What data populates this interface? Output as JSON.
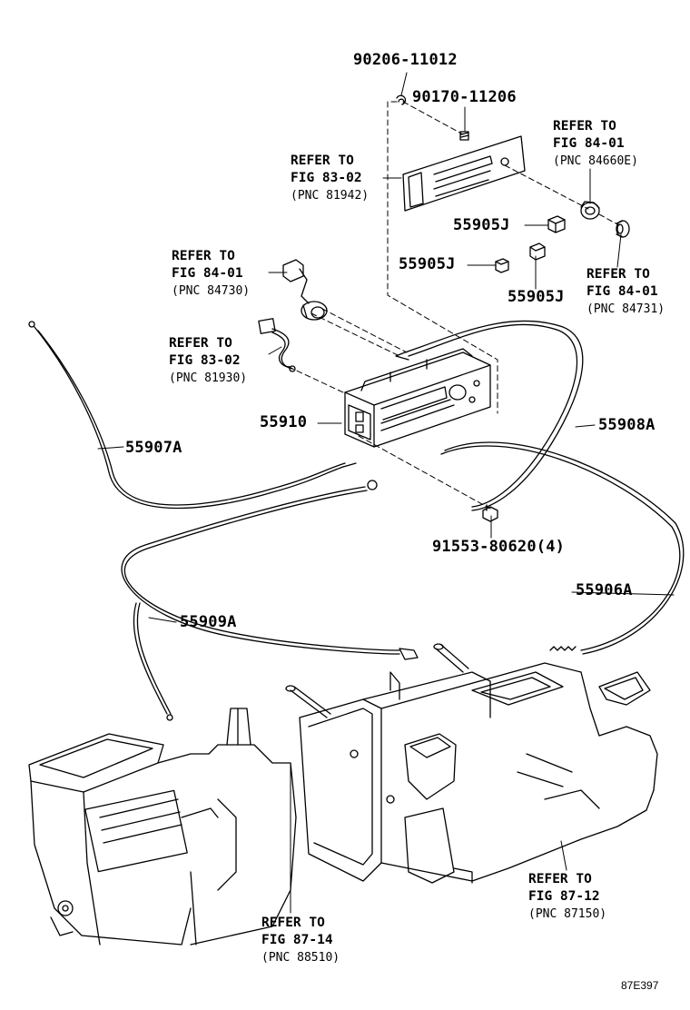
{
  "figure_code": "87E397",
  "parts": {
    "p90206": "90206-11012",
    "p90170": "90170-11206",
    "p55905a": "55905J",
    "p55905b": "55905J",
    "p55905c": "55905J",
    "p55910": "55910",
    "p55908": "55908A",
    "p55907": "55907A",
    "p91553": "91553-80620(4)",
    "p55906": "55906A",
    "p55909": "55909A"
  },
  "refs": {
    "r8302a": {
      "refer": "REFER TO",
      "fig": "FIG 83-02",
      "pnc": "(PNC 81942)"
    },
    "r8401a": {
      "refer": "REFER TO",
      "fig": "FIG 84-01",
      "pnc": "(PNC 84660E)"
    },
    "r8401b": {
      "refer": "REFER TO",
      "fig": "FIG 84-01",
      "pnc": "(PNC 84730)"
    },
    "r8302b": {
      "refer": "REFER TO",
      "fig": "FIG 83-02",
      "pnc": "(PNC 81930)"
    },
    "r8401c": {
      "refer": "REFER TO",
      "fig": "FIG 84-01",
      "pnc": "(PNC 84731)"
    },
    "r8714": {
      "refer": "REFER TO",
      "fig": "FIG 87-14",
      "pnc": "(PNC 88510)"
    },
    "r8712": {
      "refer": "REFER TO",
      "fig": "FIG 87-12",
      "pnc": "(PNC 87150)"
    }
  }
}
